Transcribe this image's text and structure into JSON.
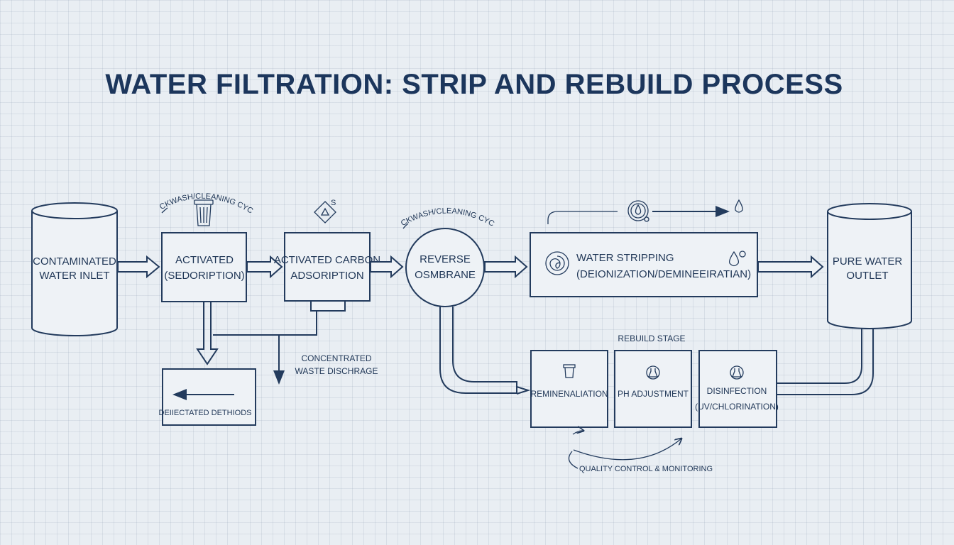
{
  "title": "WATER FILTRATION: STRIP AND REBUILD PROCESS",
  "nodes": {
    "inlet": [
      "CONTAMINATED",
      "WATER INLET"
    ],
    "activated": [
      "ACTIVATED",
      "(SEDORIPTION)"
    ],
    "carbon": [
      "ACTIVATED CARBON",
      "ADSORIPTION"
    ],
    "ro": [
      "REVERSE",
      "OSMBRANE"
    ],
    "stripping": [
      "WATER STRIPPING",
      "(DEIONIZATION/DEMINEEIRATIAN)"
    ],
    "outlet": [
      "PURE WATER",
      "OUTLET"
    ],
    "remineral": [
      "REMINENALIATION"
    ],
    "ph": [
      "PH ADJUSTMENT"
    ],
    "disinfection": [
      "DISINFECTION",
      "(UV/CHLORINATION)"
    ],
    "dedicated": [
      "DEIIECTATED DETHIODS"
    ]
  },
  "annotations": {
    "backwash_1": "BACKWASH/CLEANING CYCLE",
    "backwash_2": "BACKWASH/CLEANING CYCLE",
    "concentrated": [
      "CONCENTRATED",
      "WASTE DISCHRAGE"
    ],
    "rebuild_stage": "REBUILD STAGE",
    "quality": "QUALITY CONTROL & MONITORING",
    "small_s": "S"
  },
  "icons": [
    "filter-cartridge-icon",
    "recycle-diamond-icon",
    "water-drop-circle-icon",
    "water-drop-icon",
    "swirl-icon",
    "drops-icon",
    "trash-can-icon",
    "flask-icon"
  ],
  "colors": {
    "ink": "#233b5d",
    "title": "#1c365c",
    "background": "#e9eef3",
    "box_fill": "#eef2f6"
  }
}
